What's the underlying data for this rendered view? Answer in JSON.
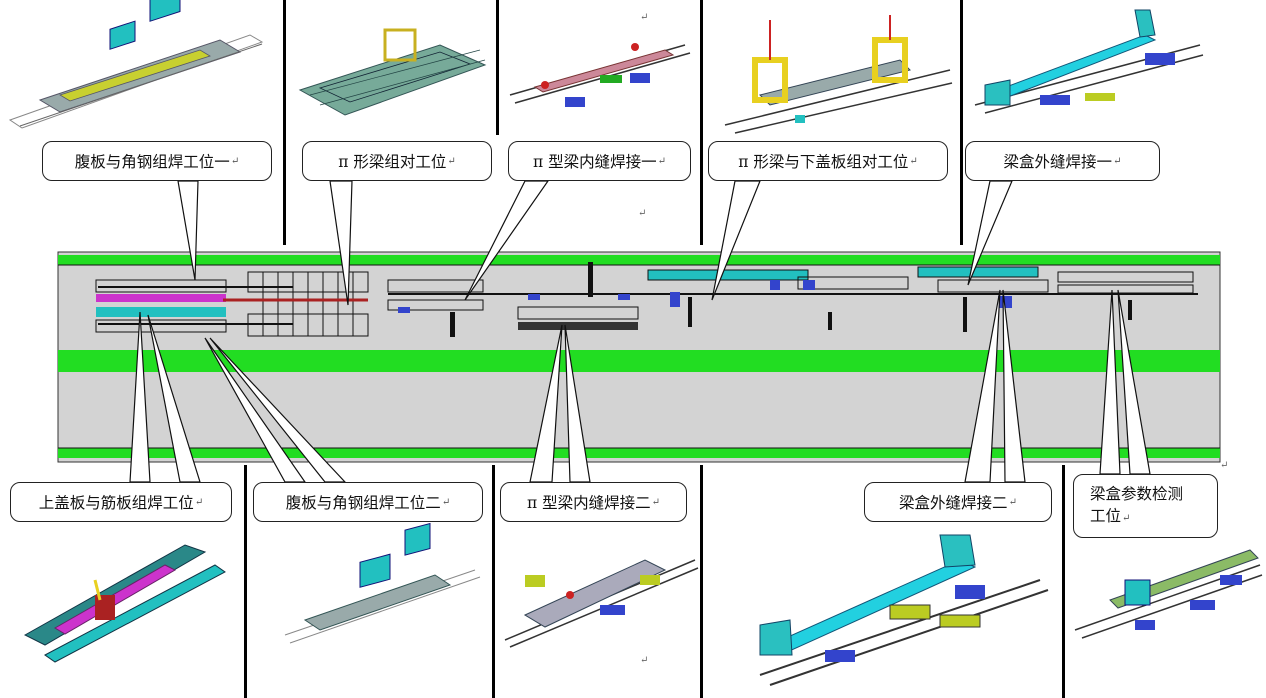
{
  "stations": {
    "s1": {
      "label": "腹板与角钢组焊工位一"
    },
    "s2": {
      "label": "π 形梁组对工位"
    },
    "s3": {
      "label": "π 型梁内缝焊接一"
    },
    "s4": {
      "label": "π 形梁与下盖板组对工位"
    },
    "s5": {
      "label": "梁盒外缝焊接一"
    },
    "s6": {
      "label": "上盖板与筋板组焊工位"
    },
    "s7": {
      "label": "腹板与角钢组焊工位二"
    },
    "s8": {
      "label": "π 型梁内缝焊接二"
    },
    "s9": {
      "label": "梁盒外缝焊接二"
    },
    "s10": {
      "line1": "梁盒参数检测",
      "line2": "工位"
    }
  },
  "return_mark": "↵",
  "colors": {
    "floor_green": "#22dd22",
    "floor_gray": "#d3d3d3",
    "machine_cyan": "#22c0c0",
    "accent_magenta": "#cc33cc",
    "base_blue": "#3344cc",
    "frame_yellow": "#e8d020"
  }
}
